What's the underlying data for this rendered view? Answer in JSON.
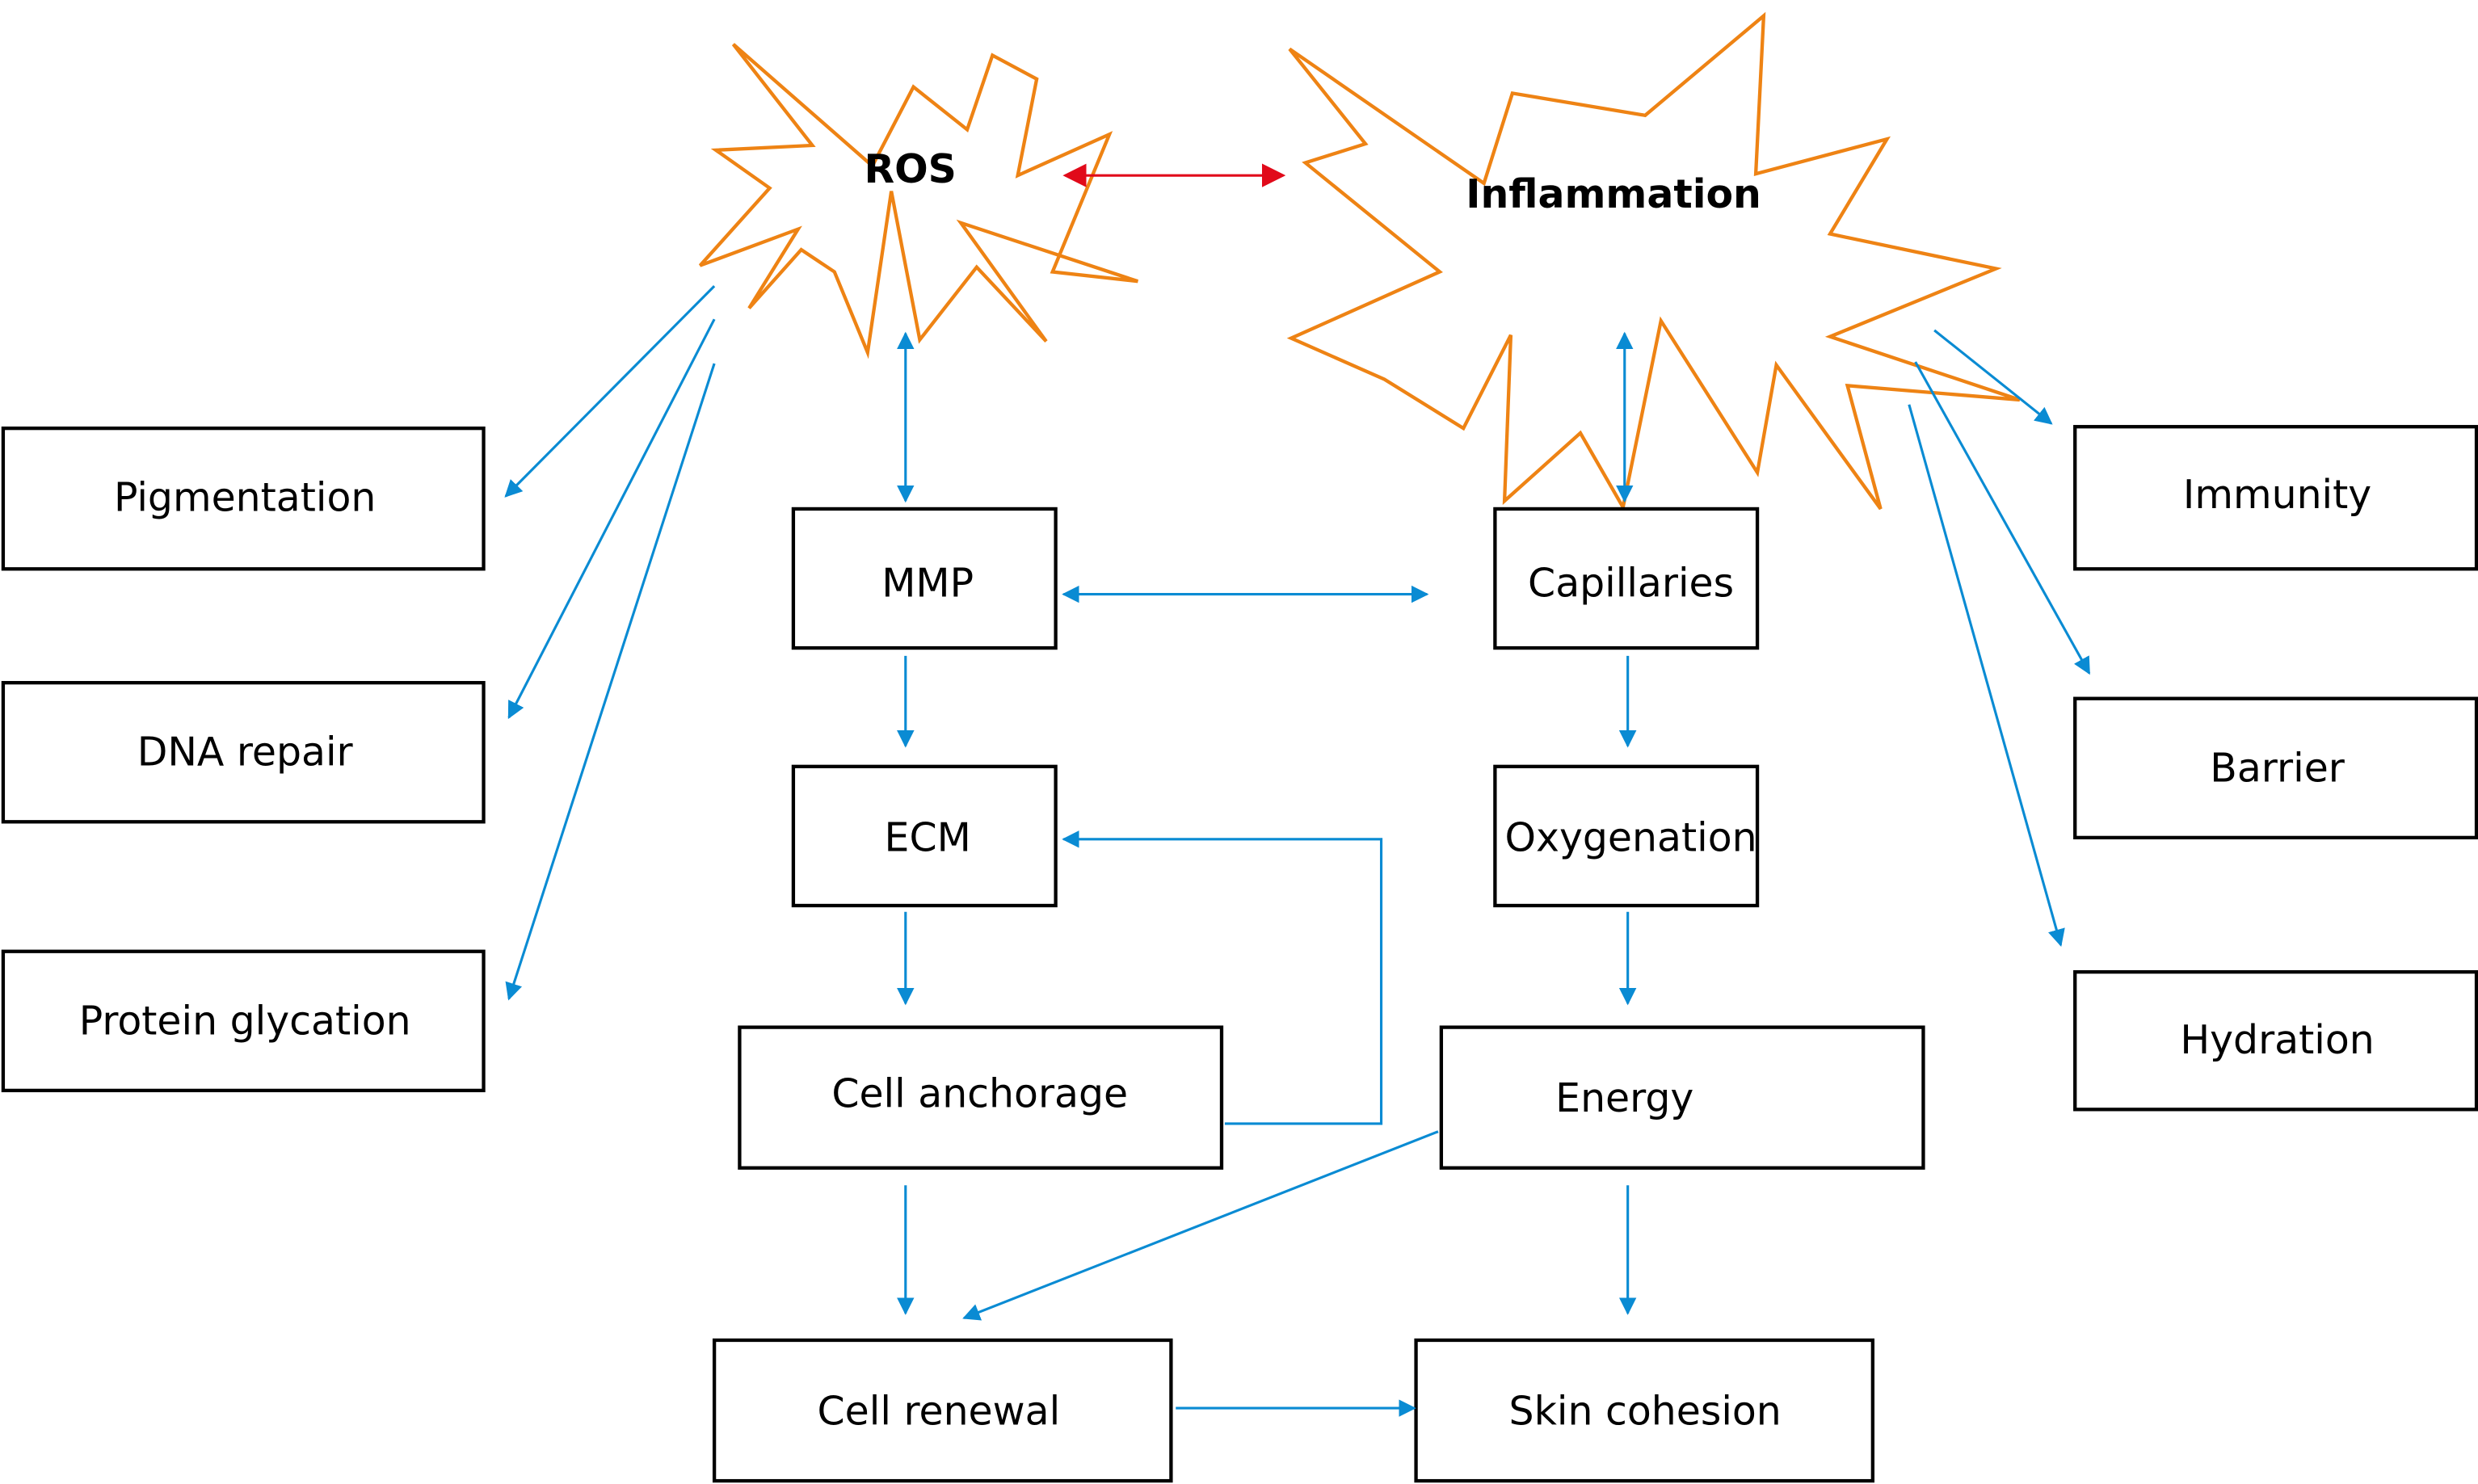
{
  "colors": {
    "burst_stroke": "#ee8314",
    "arrow_blue": "#0a8bd3",
    "arrow_red": "#e10a1a",
    "box_stroke": "#000000",
    "text": "#000000"
  },
  "diagram": {
    "nodes": {
      "ros": {
        "label": "ROS",
        "shape": "starburst"
      },
      "inflammation": {
        "label": "Inflammation",
        "shape": "starburst"
      },
      "pigmentation": {
        "label": "Pigmentation"
      },
      "dna_repair": {
        "label": "DNA repair"
      },
      "protein_glycation": {
        "label": "Protein glycation"
      },
      "immunity": {
        "label": "Immunity"
      },
      "barrier": {
        "label": "Barrier"
      },
      "hydration": {
        "label": "Hydration"
      },
      "mmp": {
        "label": "MMP"
      },
      "capillaries": {
        "label": "Capillaries"
      },
      "ecm": {
        "label": "ECM"
      },
      "oxygenation": {
        "label": "Oxygenation"
      },
      "cell_anchorage": {
        "label": "Cell anchorage"
      },
      "energy": {
        "label": "Energy"
      },
      "cell_renewal": {
        "label": "Cell renewal"
      },
      "skin_cohesion": {
        "label": "Skin cohesion"
      }
    },
    "edges": [
      {
        "from": "ros",
        "to": "inflammation",
        "direction": "both",
        "color": "red"
      },
      {
        "from": "ros",
        "to": "pigmentation",
        "direction": "forward",
        "color": "blue"
      },
      {
        "from": "ros",
        "to": "dna_repair",
        "direction": "forward",
        "color": "blue"
      },
      {
        "from": "ros",
        "to": "protein_glycation",
        "direction": "forward",
        "color": "blue"
      },
      {
        "from": "ros",
        "to": "mmp",
        "direction": "both",
        "color": "blue"
      },
      {
        "from": "inflammation",
        "to": "capillaries",
        "direction": "both",
        "color": "blue"
      },
      {
        "from": "inflammation",
        "to": "immunity",
        "direction": "forward",
        "color": "blue"
      },
      {
        "from": "inflammation",
        "to": "barrier",
        "direction": "forward",
        "color": "blue"
      },
      {
        "from": "inflammation",
        "to": "hydration",
        "direction": "forward",
        "color": "blue"
      },
      {
        "from": "mmp",
        "to": "capillaries",
        "direction": "both",
        "color": "blue"
      },
      {
        "from": "mmp",
        "to": "ecm",
        "direction": "forward",
        "color": "blue"
      },
      {
        "from": "ecm",
        "to": "cell_anchorage",
        "direction": "forward",
        "color": "blue"
      },
      {
        "from": "cell_anchorage",
        "to": "ecm",
        "direction": "forward",
        "color": "blue",
        "routing": "elbow"
      },
      {
        "from": "cell_anchorage",
        "to": "cell_renewal",
        "direction": "forward",
        "color": "blue"
      },
      {
        "from": "capillaries",
        "to": "oxygenation",
        "direction": "forward",
        "color": "blue"
      },
      {
        "from": "oxygenation",
        "to": "energy",
        "direction": "forward",
        "color": "blue"
      },
      {
        "from": "energy",
        "to": "cell_renewal",
        "direction": "forward",
        "color": "blue"
      },
      {
        "from": "energy",
        "to": "skin_cohesion",
        "direction": "forward",
        "color": "blue"
      },
      {
        "from": "cell_renewal",
        "to": "skin_cohesion",
        "direction": "forward",
        "color": "blue"
      }
    ]
  }
}
